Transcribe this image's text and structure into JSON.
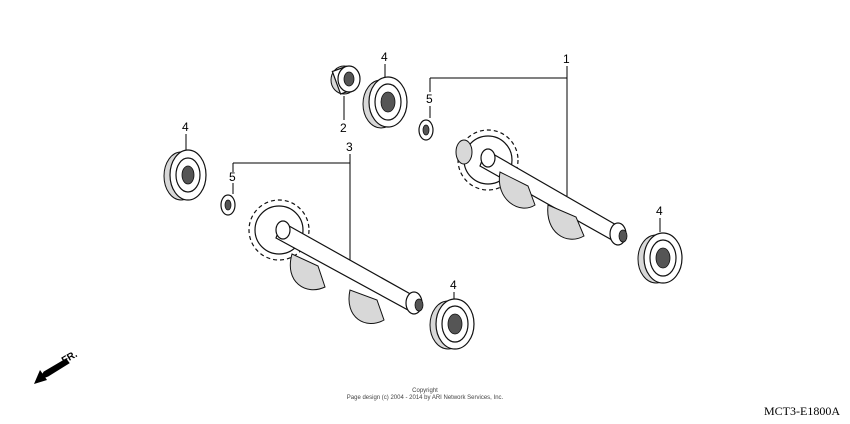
{
  "callouts": {
    "c1": "1",
    "c2": "2",
    "c3": "3",
    "c4a": "4",
    "c4b": "4",
    "c4c": "4",
    "c4d": "4",
    "c5a": "5",
    "c5b": "5"
  },
  "front_indicator": {
    "label": "FR.",
    "icon": "front-arrow-icon"
  },
  "copyright": {
    "line1": "Copyright",
    "line2": "Page design (c) 2004 - 2014 by ARI Network Services, Inc."
  },
  "diagram_code": "MCT3-E1800A"
}
